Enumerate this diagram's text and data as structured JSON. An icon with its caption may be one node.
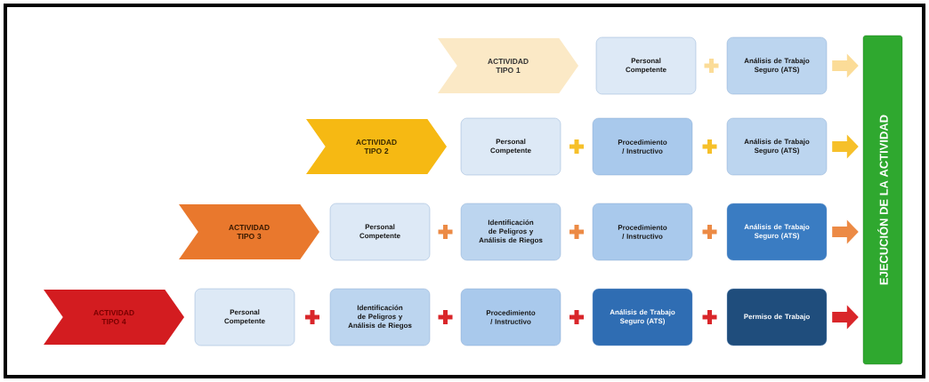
{
  "diagram": {
    "nodes": [
      {
        "text": [
          "ACTIVIDAD TIPO 1"
        ]
      },
      {
        "text": [
          "Personal Competente"
        ]
      },
      {
        "text": [
          "Análisis de Trabajo Seguro (ATS)"
        ]
      },
      {
        "text": [
          "ACTIVIDAD TIPO 2"
        ]
      },
      {
        "text": [
          "Personal Competente"
        ]
      },
      {
        "text": [
          "Procedimiento / Instructivo"
        ]
      },
      {
        "text": [
          "Análisis de Trabajo Seguro (ATS)"
        ]
      },
      {
        "text": [
          "ACTIVIDAD TIPO 3"
        ]
      },
      {
        "text": [
          "Personal Competente"
        ]
      },
      {
        "text": [
          "Identificación de Peligros y Análisis de Riegos"
        ]
      },
      {
        "text": [
          "Procedimiento / Instructivo"
        ]
      },
      {
        "text": [
          "Análisis de Trabajo Seguro (ATS)"
        ]
      },
      {
        "text": [
          "ACTIVIDAD TIPO 4"
        ]
      },
      {
        "text": [
          "Personal Competente"
        ]
      },
      {
        "text": [
          "Identificación de Peligros y Análisis de Riegos"
        ]
      },
      {
        "text": [
          "Procedimiento / Instructivo"
        ]
      },
      {
        "text": [
          "Análisis de Trabajo Seguro (ATS)"
        ]
      },
      {
        "text": [
          "Permiso de Trabajo"
        ]
      },
      {
        "text": [
          "EJECUCIÓN DE LA ACTIVIDAD"
        ]
      }
    ],
    "edges": [
      {
        "from": 2,
        "to": 18,
        "arrow": "to",
        "color": "#fbdc98"
      },
      {
        "from": 6,
        "to": 18,
        "arrow": "to",
        "color": "#f6c02a"
      },
      {
        "from": 11,
        "to": 18,
        "arrow": "to",
        "color": "#ec8a45"
      },
      {
        "from": 17,
        "to": 18,
        "arrow": "to",
        "color": "#d9262a"
      }
    ]
  }
}
